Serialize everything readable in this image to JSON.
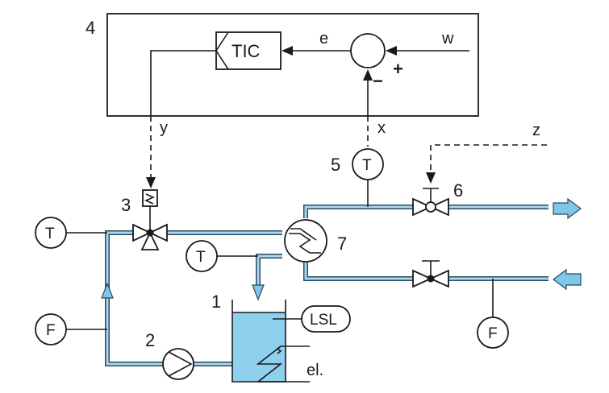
{
  "controller_box": {
    "number": "4"
  },
  "tic": {
    "label": "TIC"
  },
  "signals": {
    "e": "e",
    "w": "w",
    "x": "x",
    "y": "y",
    "z": "z",
    "plus": "+",
    "minus": "−"
  },
  "numbers": {
    "tank": "1",
    "pump": "2",
    "valve3": "3",
    "sensor5": "5",
    "valve6": "6",
    "exchanger7": "7"
  },
  "instruments": {
    "t_left": "T",
    "t_mid": "T",
    "t_top": "T",
    "f_left": "F",
    "f_right": "F",
    "lsl": "LSL"
  },
  "heater": {
    "label": "el."
  },
  "colors": {
    "liquid": "#8fd0ee",
    "pipe_fill": "#a9d8ef",
    "pipe_edge": "#2a4a5e",
    "arrow_fill": "#7ec7ea"
  }
}
